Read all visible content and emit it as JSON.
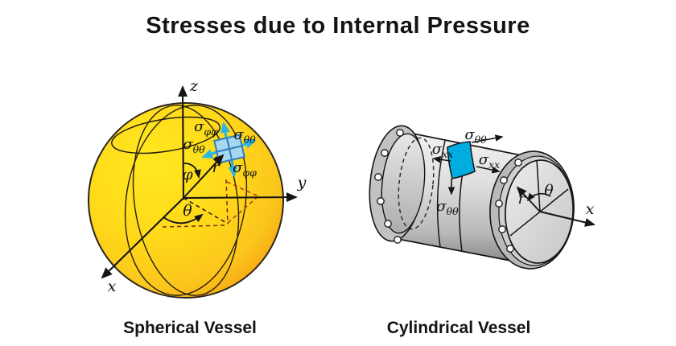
{
  "title": "Stresses due to Internal Pressure",
  "sphere": {
    "caption": "Spherical Vessel",
    "labels": {
      "z": "z",
      "y": "y",
      "x": "x",
      "r": "r",
      "phi": "φ",
      "theta": "θ"
    },
    "sigma": "σ",
    "sub_phiphi": "φφ",
    "sub_thetatheta": "θθ"
  },
  "cylinder": {
    "caption": "Cylindrical Vessel",
    "labels": {
      "x": "x",
      "r": "r",
      "theta": "θ"
    },
    "sigma": "σ",
    "sub_xx": "xx",
    "sub_thetatheta": "θθ"
  },
  "colors": {
    "sphere_yellow": "#ffe81f",
    "sphere_mid": "#fbc51c",
    "sphere_orange": "#f2920c",
    "element_fill": "#a6d7f0",
    "element_edge": "#2f7fbe",
    "cyan_arrow": "#2ab6e8",
    "cylinder_element_blue": "#00ace0",
    "dash_dark": "#7c2a12",
    "dash_red": "#b03515",
    "ink": "#151515"
  }
}
